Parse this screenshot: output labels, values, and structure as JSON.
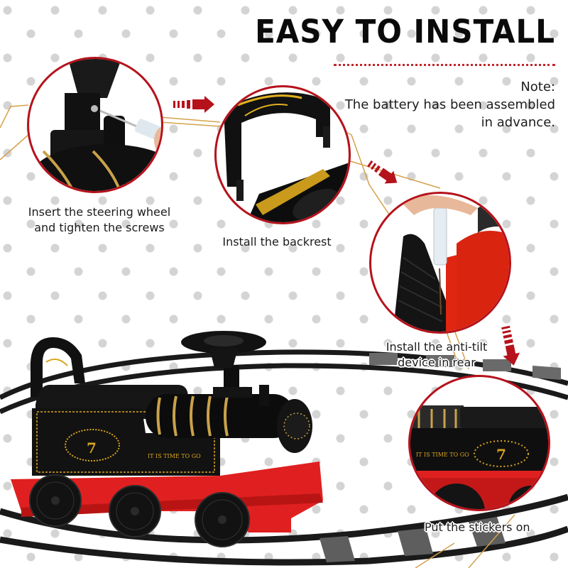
{
  "header": {
    "title": "EASY TO INSTALL",
    "note_label": "Note:",
    "note_line1": "The battery has been assembled",
    "note_line2": "in advance."
  },
  "steps": [
    {
      "caption_line1": "Insert the steering wheel",
      "caption_line2": "and tighten the screws",
      "icon": "screwdriver-steering-closeup"
    },
    {
      "caption": "Install the backrest",
      "icon": "backrest-closeup"
    },
    {
      "caption_line1": "Install the anti-tilt",
      "caption_line2": "device in rear",
      "icon": "anti-tilt-screw-closeup"
    },
    {
      "caption": "Put the stickers on",
      "icon": "sticker-closeup"
    }
  ],
  "product": {
    "number": "7",
    "slogan": "IT IS TIME TO GO"
  },
  "colors": {
    "accent_red": "#b5121b",
    "gold_line": "#d4a24c",
    "train_black": "#111111",
    "train_red": "#e02020",
    "gold": "#d9a520",
    "dot_gray": "#d4d4d4"
  }
}
